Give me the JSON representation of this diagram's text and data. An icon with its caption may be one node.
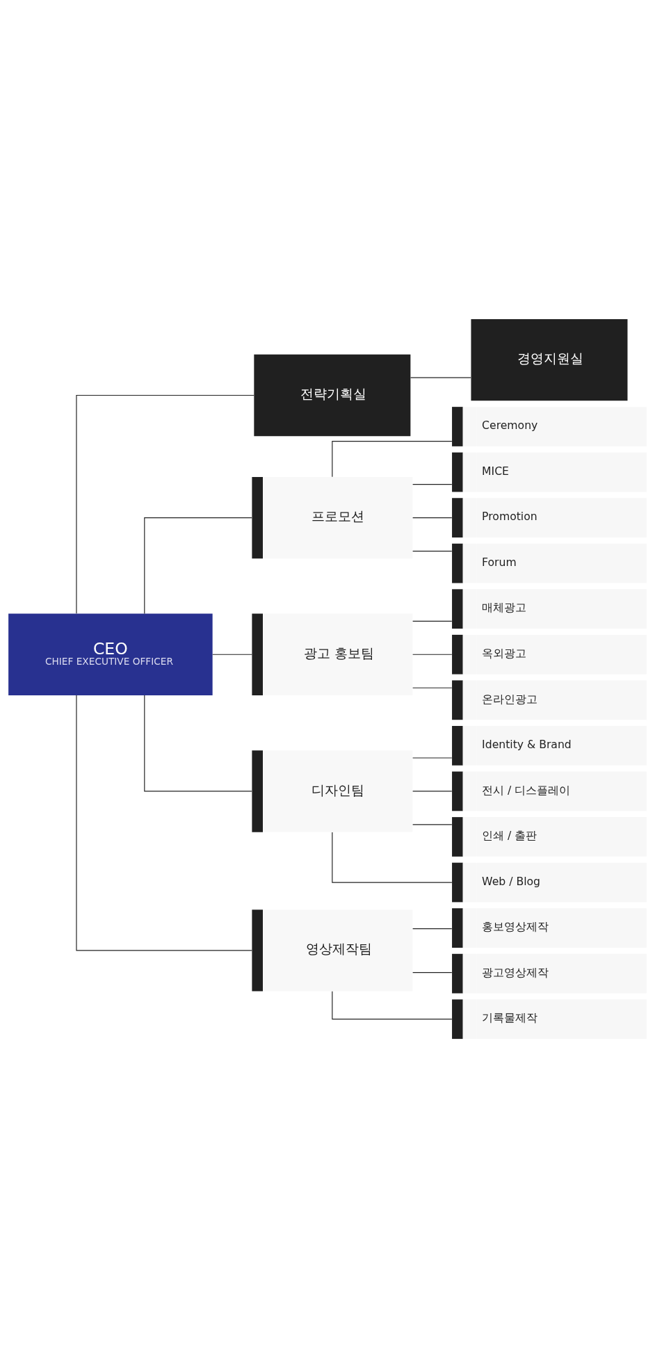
{
  "diagram": {
    "nodes": [
      {
        "text": [
          "CEO",
          "CHIEF EXECUTIVE OFFICER"
        ]
      },
      {
        "text": [
          "전략기획실"
        ]
      },
      {
        "text": [
          "경영지원실"
        ]
      },
      {
        "text": [
          "프로모션"
        ]
      },
      {
        "text": [
          "Ceremony"
        ]
      },
      {
        "text": [
          "MICE"
        ]
      },
      {
        "text": [
          "Promotion"
        ]
      },
      {
        "text": [
          "Forum"
        ]
      },
      {
        "text": [
          "광고 홍보팀"
        ]
      },
      {
        "text": [
          "매체광고"
        ]
      },
      {
        "text": [
          "옥외광고"
        ]
      },
      {
        "text": [
          "온라인광고"
        ]
      },
      {
        "text": [
          "디자인팀"
        ]
      },
      {
        "text": [
          "Identity & Brand"
        ]
      },
      {
        "text": [
          "전시 / 디스플레이"
        ]
      },
      {
        "text": [
          "인쇄 / 출판"
        ]
      },
      {
        "text": [
          "Web / Blog"
        ]
      },
      {
        "text": [
          "영상제작팀"
        ]
      },
      {
        "text": [
          "홍보영상제작"
        ]
      },
      {
        "text": [
          "광고영상제작"
        ]
      },
      {
        "text": [
          "기록물제작"
        ]
      }
    ],
    "edges": [
      {
        "from": 0,
        "to": 1,
        "arrow": "none"
      },
      {
        "from": 1,
        "to": 2,
        "arrow": "none"
      },
      {
        "from": 0,
        "to": 3,
        "arrow": "none"
      },
      {
        "from": 3,
        "to": 4,
        "arrow": "none"
      },
      {
        "from": 3,
        "to": 5,
        "arrow": "none"
      },
      {
        "from": 3,
        "to": 6,
        "arrow": "none"
      },
      {
        "from": 3,
        "to": 7,
        "arrow": "none"
      },
      {
        "from": 0,
        "to": 8,
        "arrow": "none"
      },
      {
        "from": 8,
        "to": 9,
        "arrow": "none"
      },
      {
        "from": 8,
        "to": 10,
        "arrow": "none"
      },
      {
        "from": 8,
        "to": 11,
        "arrow": "none"
      },
      {
        "from": 0,
        "to": 12,
        "arrow": "none"
      },
      {
        "from": 12,
        "to": 13,
        "arrow": "none"
      },
      {
        "from": 12,
        "to": 14,
        "arrow": "none"
      },
      {
        "from": 12,
        "to": 15,
        "arrow": "none"
      },
      {
        "from": 12,
        "to": 16,
        "arrow": "none"
      },
      {
        "from": 0,
        "to": 17,
        "arrow": "none"
      },
      {
        "from": 17,
        "to": 18,
        "arrow": "none"
      },
      {
        "from": 17,
        "to": 19,
        "arrow": "none"
      },
      {
        "from": 17,
        "to": 20,
        "arrow": "none"
      }
    ]
  }
}
